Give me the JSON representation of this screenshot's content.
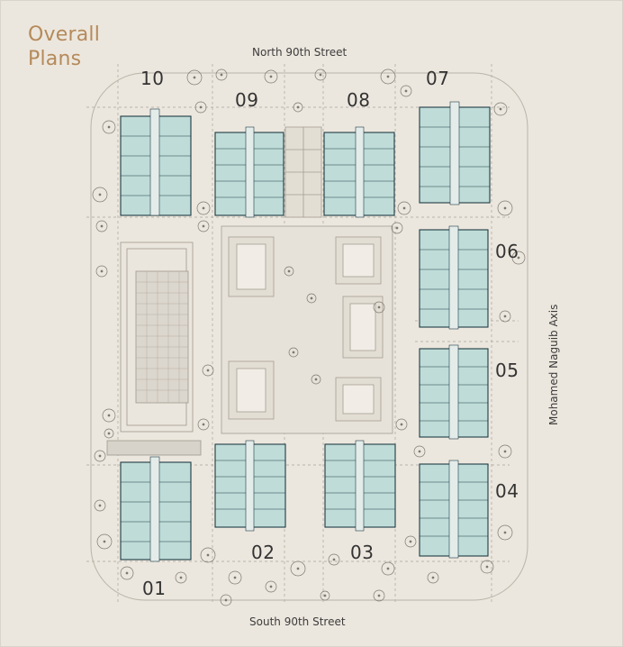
{
  "title_line1": "Overall",
  "title_line2": "Plans",
  "streets": {
    "north": "North 90th Street",
    "south": "South 90th Street",
    "east": "Mohamed Naguib Axis"
  },
  "buildings": {
    "b01": "01",
    "b02": "02",
    "b03": "03",
    "b04": "04",
    "b05": "05",
    "b06": "06",
    "b07": "07",
    "b08": "08",
    "b09": "09",
    "b10": "10"
  },
  "colors": {
    "background": "#ece7de",
    "building_fill": "#bfdcd8",
    "building_outline": "#1f3b44",
    "title": "#b58a5b"
  },
  "icons": [
    "tree-icon"
  ]
}
